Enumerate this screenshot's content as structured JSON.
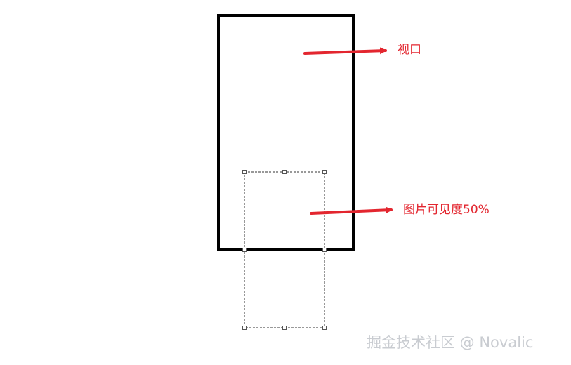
{
  "labels": {
    "viewport": "视口",
    "image_visibility": "图片可见度50%"
  },
  "watermark": "掘金技术社区 @ Novalic",
  "colors": {
    "accent": "#e3262f",
    "frame": "#000000",
    "dashed": "#333333",
    "watermark": "#c9ccd1"
  }
}
